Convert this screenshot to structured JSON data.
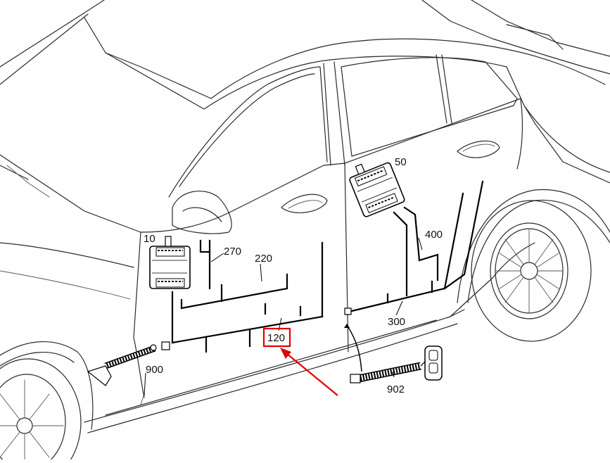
{
  "parts": {
    "p10": "10",
    "p50": "50",
    "p120": "120",
    "p220": "220",
    "p270": "270",
    "p300": "300",
    "p400": "400",
    "p900": "900",
    "p902": "902"
  },
  "highlight": {
    "target": "120",
    "color": "#e00000"
  }
}
